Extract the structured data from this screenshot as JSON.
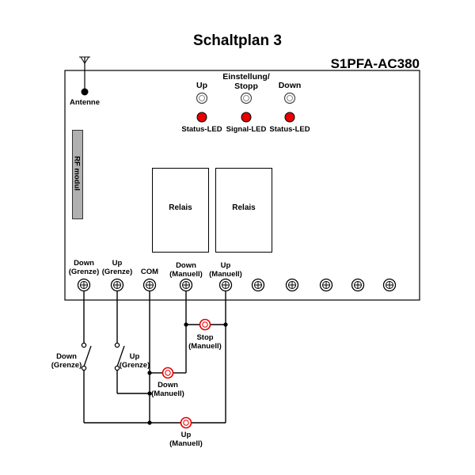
{
  "title": "Schaltplan 3",
  "model": "S1PFA-AC380",
  "antenna": {
    "label": "Antenne"
  },
  "rf_module": {
    "label": "RF modul"
  },
  "buttons": [
    {
      "label": "Up"
    },
    {
      "label": "Einstellung/\nStopp"
    },
    {
      "label": "Down"
    }
  ],
  "leds": [
    {
      "label": "Status-LED",
      "color": "#e60000"
    },
    {
      "label": "Signal-LED",
      "color": "#e60000"
    },
    {
      "label": "Status-LED",
      "color": "#e60000"
    }
  ],
  "relays": [
    {
      "label": "Relais"
    },
    {
      "label": "Relais"
    }
  ],
  "terminals": [
    {
      "label": "Down\n(Grenze)"
    },
    {
      "label": "Up\n(Grenze)"
    },
    {
      "label": "COM"
    },
    {
      "label": "Down\n(Manuell)"
    },
    {
      "label": "Up\n(Manuell)"
    }
  ],
  "external_labels": {
    "limit_down": "Down\n(Grenze)",
    "limit_up": "Up\n(Grenze)",
    "stop_manual": "Stop\n(Manuell)",
    "down_manual": "Down\n(Manuell)",
    "up_manual": "Up\n(Manuell)"
  },
  "colors": {
    "push_button_ring": "#e60000"
  }
}
